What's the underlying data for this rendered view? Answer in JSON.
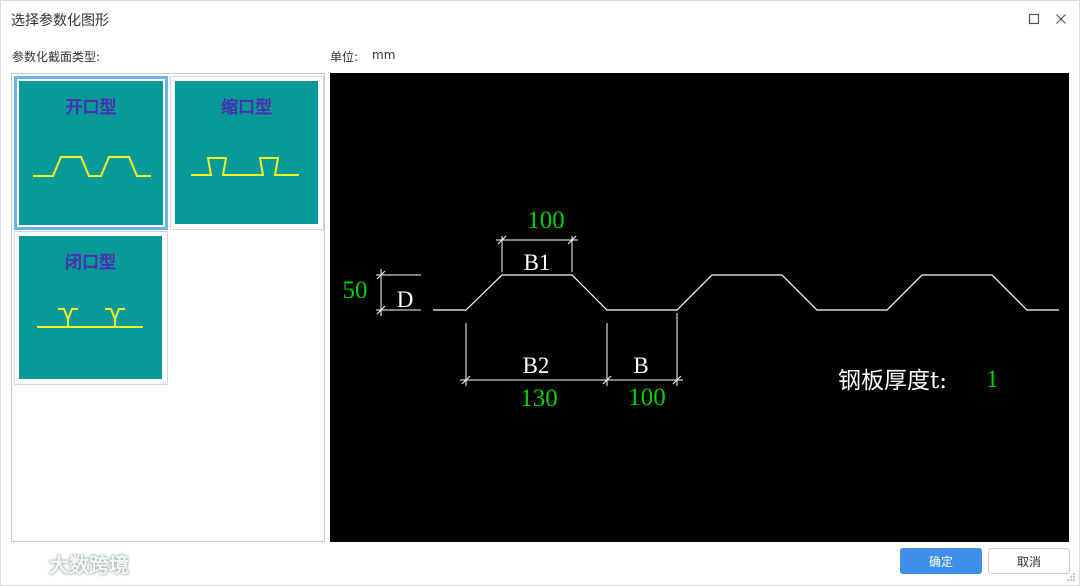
{
  "window": {
    "title": "选择参数化图形",
    "maximize_icon": "maximize-icon",
    "close_icon": "close-icon"
  },
  "left": {
    "label": "参数化截面类型:",
    "tiles": [
      {
        "label": "开口型",
        "icon": "open-profile-icon",
        "selected": true
      },
      {
        "label": "缩口型",
        "icon": "reentrant-profile-icon",
        "selected": false
      },
      {
        "label": "闭口型",
        "icon": "closed-profile-icon",
        "selected": false
      }
    ]
  },
  "unit": {
    "label": "单位:",
    "value": "mm"
  },
  "preview": {
    "b1_label": "B1",
    "b1_value": "100",
    "d_label": "D",
    "d_value": "50",
    "b2_label": "B2",
    "b2_value": "130",
    "b_label": "B",
    "b_value": "100",
    "thickness_label": "钢板厚度t:",
    "thickness_value": "1",
    "colors": {
      "label": "#ffffff",
      "value": "#00d000",
      "background": "#000000"
    }
  },
  "buttons": {
    "ok": "确定",
    "cancel": "取消"
  },
  "watermark": {
    "text": "大数跨境"
  }
}
